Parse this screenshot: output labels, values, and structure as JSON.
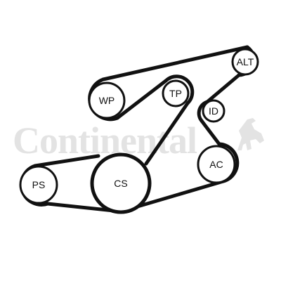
{
  "watermark": {
    "brand": "Continental",
    "mark": "rearing-horse-logo",
    "color": "#e3e3e3"
  },
  "belt": {
    "color": "#111111",
    "routing_order": [
      "ALT",
      "WP",
      "TP",
      "CS",
      "PS",
      "CS",
      "AC",
      "ID",
      "ALT"
    ]
  },
  "pulleys": [
    {
      "id": "alt",
      "label": "ALT"
    },
    {
      "id": "wp",
      "label": "WP"
    },
    {
      "id": "tp",
      "label": "TP"
    },
    {
      "id": "id",
      "label": "ID"
    },
    {
      "id": "ac",
      "label": "AC"
    },
    {
      "id": "ps",
      "label": "PS"
    },
    {
      "id": "cs",
      "label": "CS"
    }
  ]
}
